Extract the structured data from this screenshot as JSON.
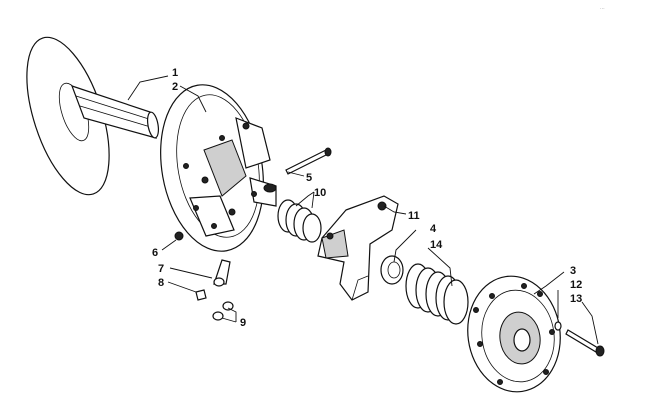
{
  "corner_code": "...",
  "callouts": {
    "c1": "1",
    "c2": "2",
    "c3": "3",
    "c4": "4",
    "c5": "5",
    "c6": "6",
    "c7": "7",
    "c8": "8",
    "c9": "9",
    "c10": "10",
    "c11": "11",
    "c12": "12",
    "c13": "13",
    "c14": "14"
  }
}
